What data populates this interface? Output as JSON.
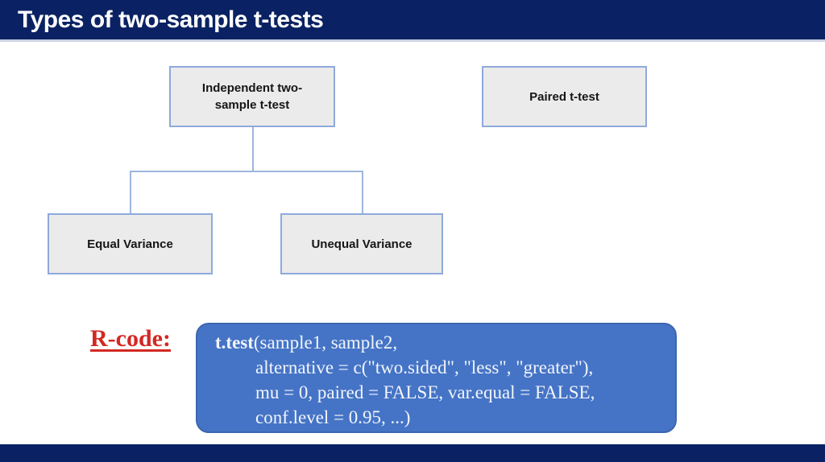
{
  "header": {
    "title": "Types of two-sample t-tests"
  },
  "diagram": {
    "independent_label": "Independent two-\nsample t-test",
    "paired_label": "Paired t-test",
    "equal_label": "Equal Variance",
    "unequal_label": "Unequal Variance"
  },
  "rcode": {
    "label": "R-code:",
    "func": "t.test",
    "line1_rest": "(sample1, sample2,",
    "line2": "alternative = c(\"two.sided\", \"less\", \"greater\"),",
    "line3": "mu = 0, paired = FALSE, var.equal = FALSE,",
    "line4": "conf.level = 0.95, ...)"
  },
  "colors": {
    "navy": "#0a2263",
    "separator": "#cdd3e4",
    "node-fill": "#ebebeb",
    "node-border": "#8ea9db",
    "connector": "#9fb6de",
    "code-fill": "#4574c6",
    "code-border": "#3c66b0",
    "code-text": "#f2f5fb",
    "red": "#d32823"
  }
}
